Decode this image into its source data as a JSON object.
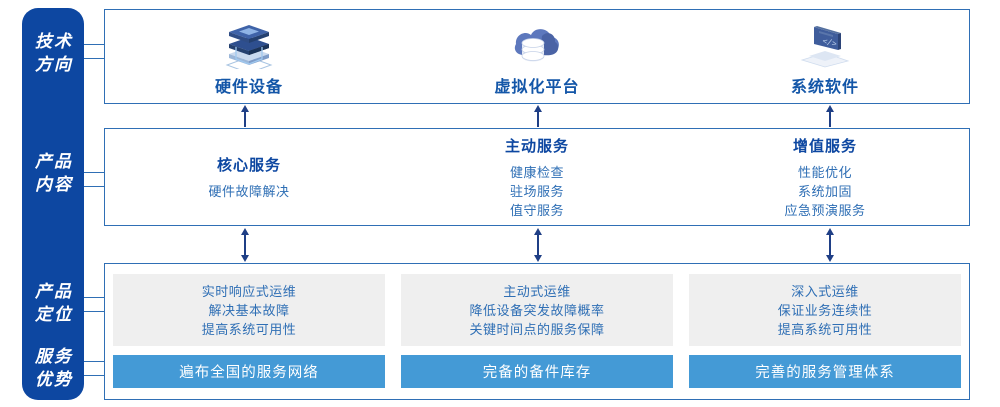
{
  "rail": {
    "groups": [
      {
        "name": "tech-direction",
        "lines": [
          "技术",
          "方向"
        ]
      },
      {
        "name": "product-content",
        "lines": [
          "产品",
          "内容"
        ]
      },
      {
        "name": "product-position",
        "lines": [
          "产品",
          "定位"
        ]
      },
      {
        "name": "service-advantage",
        "lines": [
          "服务",
          "优势"
        ]
      }
    ]
  },
  "tech_section": {
    "columns": [
      {
        "icon": "server-stack-icon",
        "title": "硬件设备"
      },
      {
        "icon": "cloud-database-icon",
        "title": "虚拟化平台"
      },
      {
        "icon": "laptop-code-icon",
        "title": "系统软件"
      }
    ]
  },
  "content_section": {
    "columns": [
      {
        "title": "核心服务",
        "items": [
          "硬件故障解决"
        ]
      },
      {
        "title": "主动服务",
        "items": [
          "健康检查",
          "驻场服务",
          "值守服务"
        ]
      },
      {
        "title": "增值服务",
        "items": [
          "性能优化",
          "系统加固",
          "应急预演服务"
        ]
      }
    ]
  },
  "bottom_section": {
    "columns": [
      {
        "positioning": [
          "实时响应式运维",
          "解决基本故障",
          "提高系统可用性"
        ],
        "advantage": "遍布全国的服务网络"
      },
      {
        "positioning": [
          "主动式运维",
          "降低设备突发故障概率",
          "关键时间点的服务保障"
        ],
        "advantage": "完备的备件库存"
      },
      {
        "positioning": [
          "深入式运维",
          "保证业务连续性",
          "提高系统可用性"
        ],
        "advantage": "完善的服务管理体系"
      }
    ]
  },
  "colors": {
    "rail_blue": "#0d47a1",
    "border_blue": "#2f6fb5",
    "accent_blue": "#449ad6",
    "card_gray": "#efefef",
    "title_blue": "#1356a8",
    "text_blue": "#2f6fb5"
  },
  "arrows": {
    "tech_to_content": "arrow-up",
    "content_to_bottom": "arrow-up-down"
  }
}
